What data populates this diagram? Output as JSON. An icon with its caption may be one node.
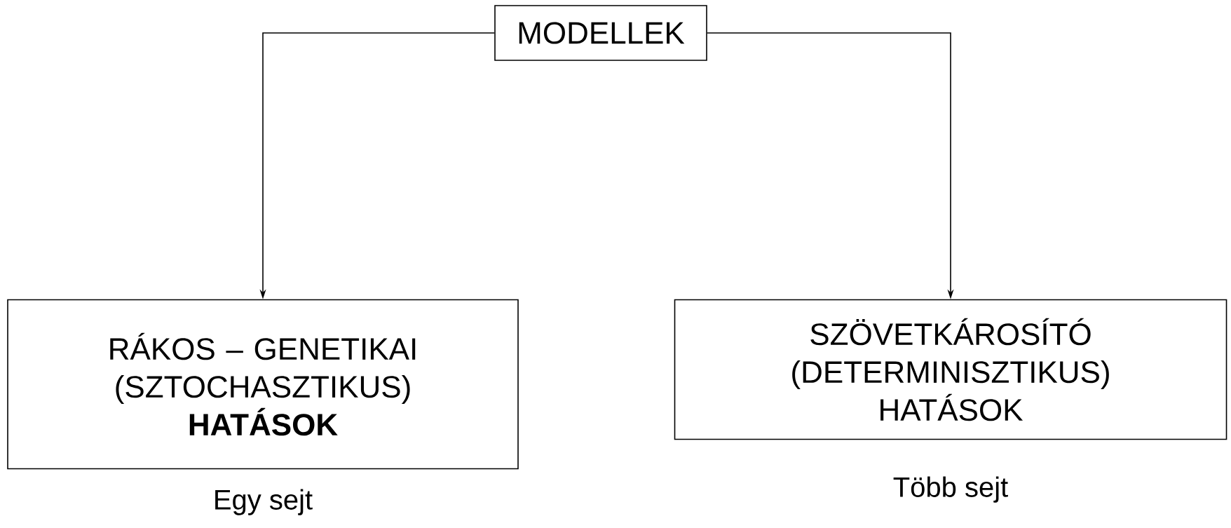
{
  "diagram": {
    "nodes": [
      {
        "text": [
          "MODELLEK"
        ]
      },
      {
        "text": [
          "RÁKOS – GENETIKAI (SZTOCHASZTIKUS) **HATÁSOK**"
        ],
        "beside": [
          "Egy sejt"
        ]
      },
      {
        "text": [
          "SZÖVETKÁROSÍTÓ (DETERMINISZTIKUS) HATÁSOK"
        ],
        "beside": [
          "Több sejt"
        ]
      }
    ],
    "edges": [
      {
        "from": 0,
        "to": 1,
        "arrow": "to"
      },
      {
        "from": 0,
        "to": 2,
        "arrow": "to"
      }
    ]
  }
}
